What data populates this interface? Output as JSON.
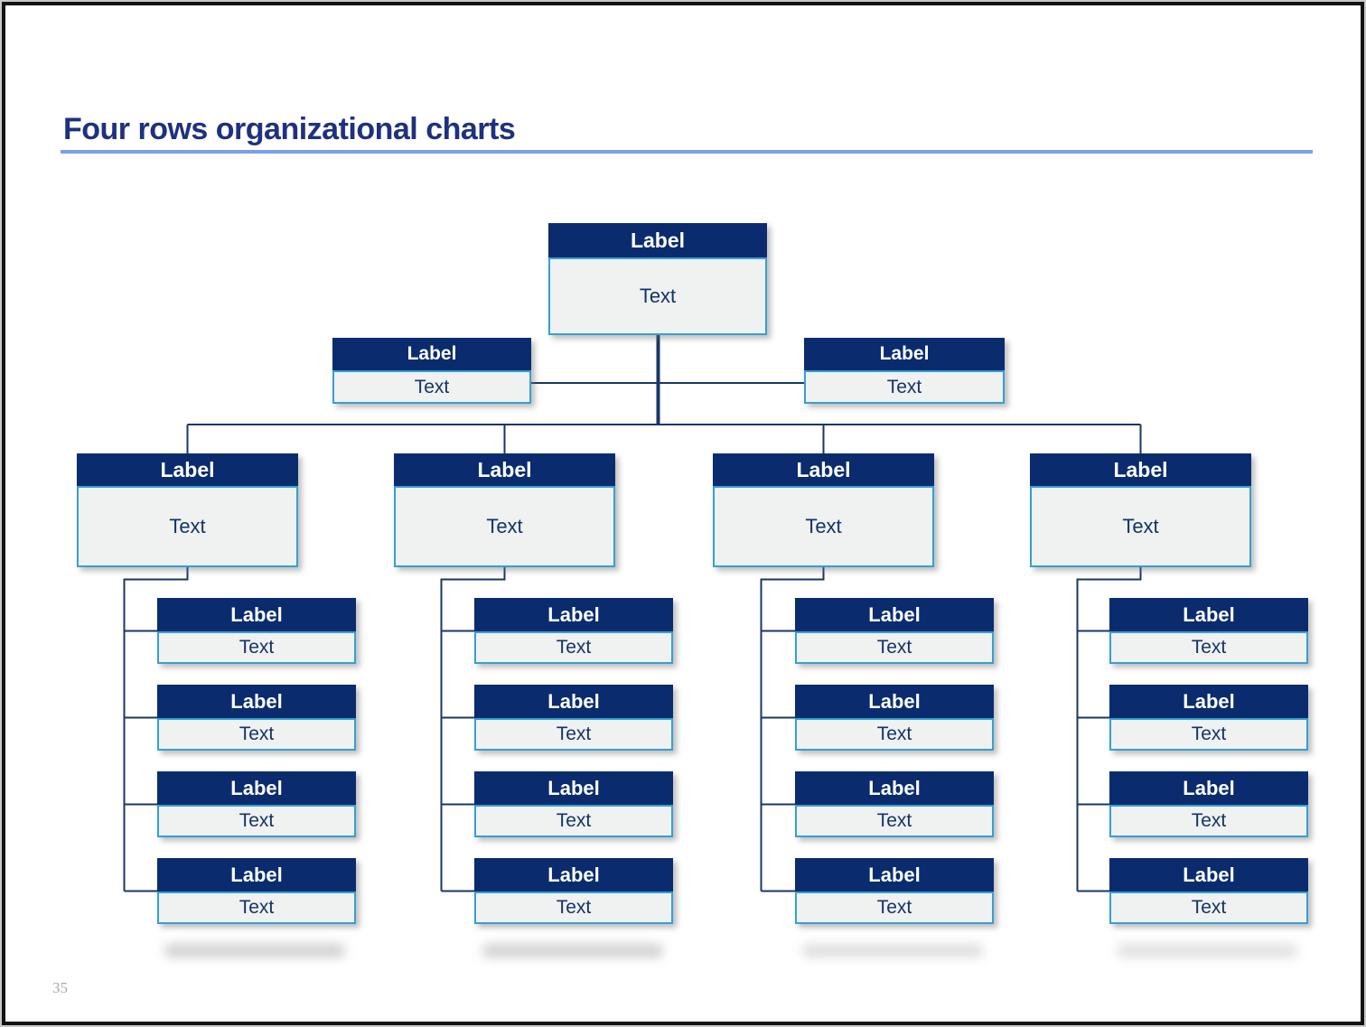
{
  "slide": {
    "title": "Four rows organizational charts",
    "page_number": "35"
  },
  "colors": {
    "header_navy": "#0a2c6e",
    "body_gray": "#f0f1f1",
    "accent_cyan": "#34a0d3",
    "text_navy": "#123468",
    "title_blue": "#1e3180",
    "underline_blue": "#7ba0e4",
    "connector_navy": "#1b3666"
  },
  "chart": {
    "root": {
      "label": "Label",
      "text": "Text"
    },
    "assistants": [
      {
        "label": "Label",
        "text": "Text"
      },
      {
        "label": "Label",
        "text": "Text"
      }
    ],
    "branches": [
      {
        "label": "Label",
        "text": "Text",
        "children": [
          {
            "label": "Label",
            "text": "Text"
          },
          {
            "label": "Label",
            "text": "Text"
          },
          {
            "label": "Label",
            "text": "Text"
          },
          {
            "label": "Label",
            "text": "Text"
          }
        ]
      },
      {
        "label": "Label",
        "text": "Text",
        "children": [
          {
            "label": "Label",
            "text": "Text"
          },
          {
            "label": "Label",
            "text": "Text"
          },
          {
            "label": "Label",
            "text": "Text"
          },
          {
            "label": "Label",
            "text": "Text"
          }
        ]
      },
      {
        "label": "Label",
        "text": "Text",
        "children": [
          {
            "label": "Label",
            "text": "Text"
          },
          {
            "label": "Label",
            "text": "Text"
          },
          {
            "label": "Label",
            "text": "Text"
          },
          {
            "label": "Label",
            "text": "Text"
          }
        ]
      },
      {
        "label": "Label",
        "text": "Text",
        "children": [
          {
            "label": "Label",
            "text": "Text"
          },
          {
            "label": "Label",
            "text": "Text"
          },
          {
            "label": "Label",
            "text": "Text"
          },
          {
            "label": "Label",
            "text": "Text"
          }
        ]
      }
    ]
  }
}
